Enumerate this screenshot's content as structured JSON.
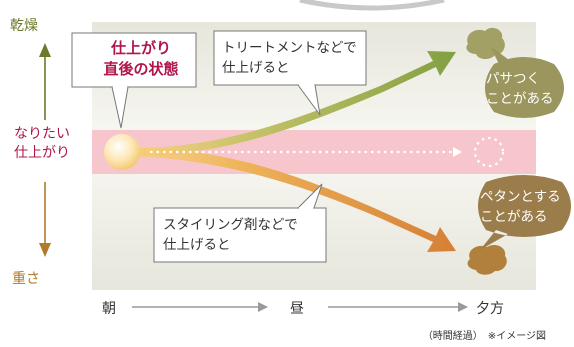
{
  "y_axis": {
    "top_label": "乾燥",
    "middle_label": [
      "なりたい",
      "仕上がり"
    ],
    "bottom_label": "重さ"
  },
  "start_state": {
    "label": [
      "仕上がり",
      "直後の状態"
    ]
  },
  "callouts": {
    "treatment": [
      "トリートメントなどで",
      "仕上げると"
    ],
    "styling": [
      "スタイリング剤などで",
      "仕上げると"
    ]
  },
  "outcomes": {
    "dry": [
      "パサつく",
      "ことがある"
    ],
    "flat": [
      "ペタンとする",
      "ことがある"
    ]
  },
  "time_axis": {
    "morning": "朝",
    "noon": "昼",
    "evening": "夕方"
  },
  "footnote": "（時間経過）　※イメージ図",
  "colors": {
    "band": "#f7c6cc",
    "dry_arrow": "#8aa64a",
    "heavy_arrow": "#d98a3a",
    "accent": "#b0154c"
  }
}
